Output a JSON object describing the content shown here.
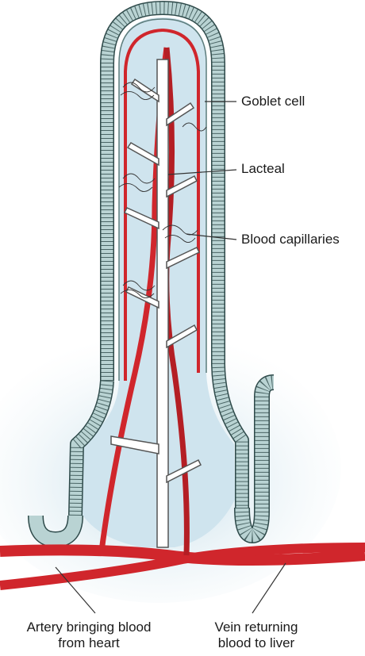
{
  "labels": {
    "goblet_cell": "Goblet cell",
    "lacteal": "Lacteal",
    "blood_capillaries": "Blood capillaries",
    "artery_line1": "Artery bringing blood",
    "artery_line2": "from heart",
    "vein_line1": "Vein returning",
    "vein_line2": "blood to liver"
  },
  "colors": {
    "epithelium": "#b9d3d3",
    "epithelium_outline": "#2e4a4a",
    "lumen": "#cfe4ee",
    "blood": "#d0262c",
    "lacteal": "#ffffff",
    "leader": "#333333"
  }
}
